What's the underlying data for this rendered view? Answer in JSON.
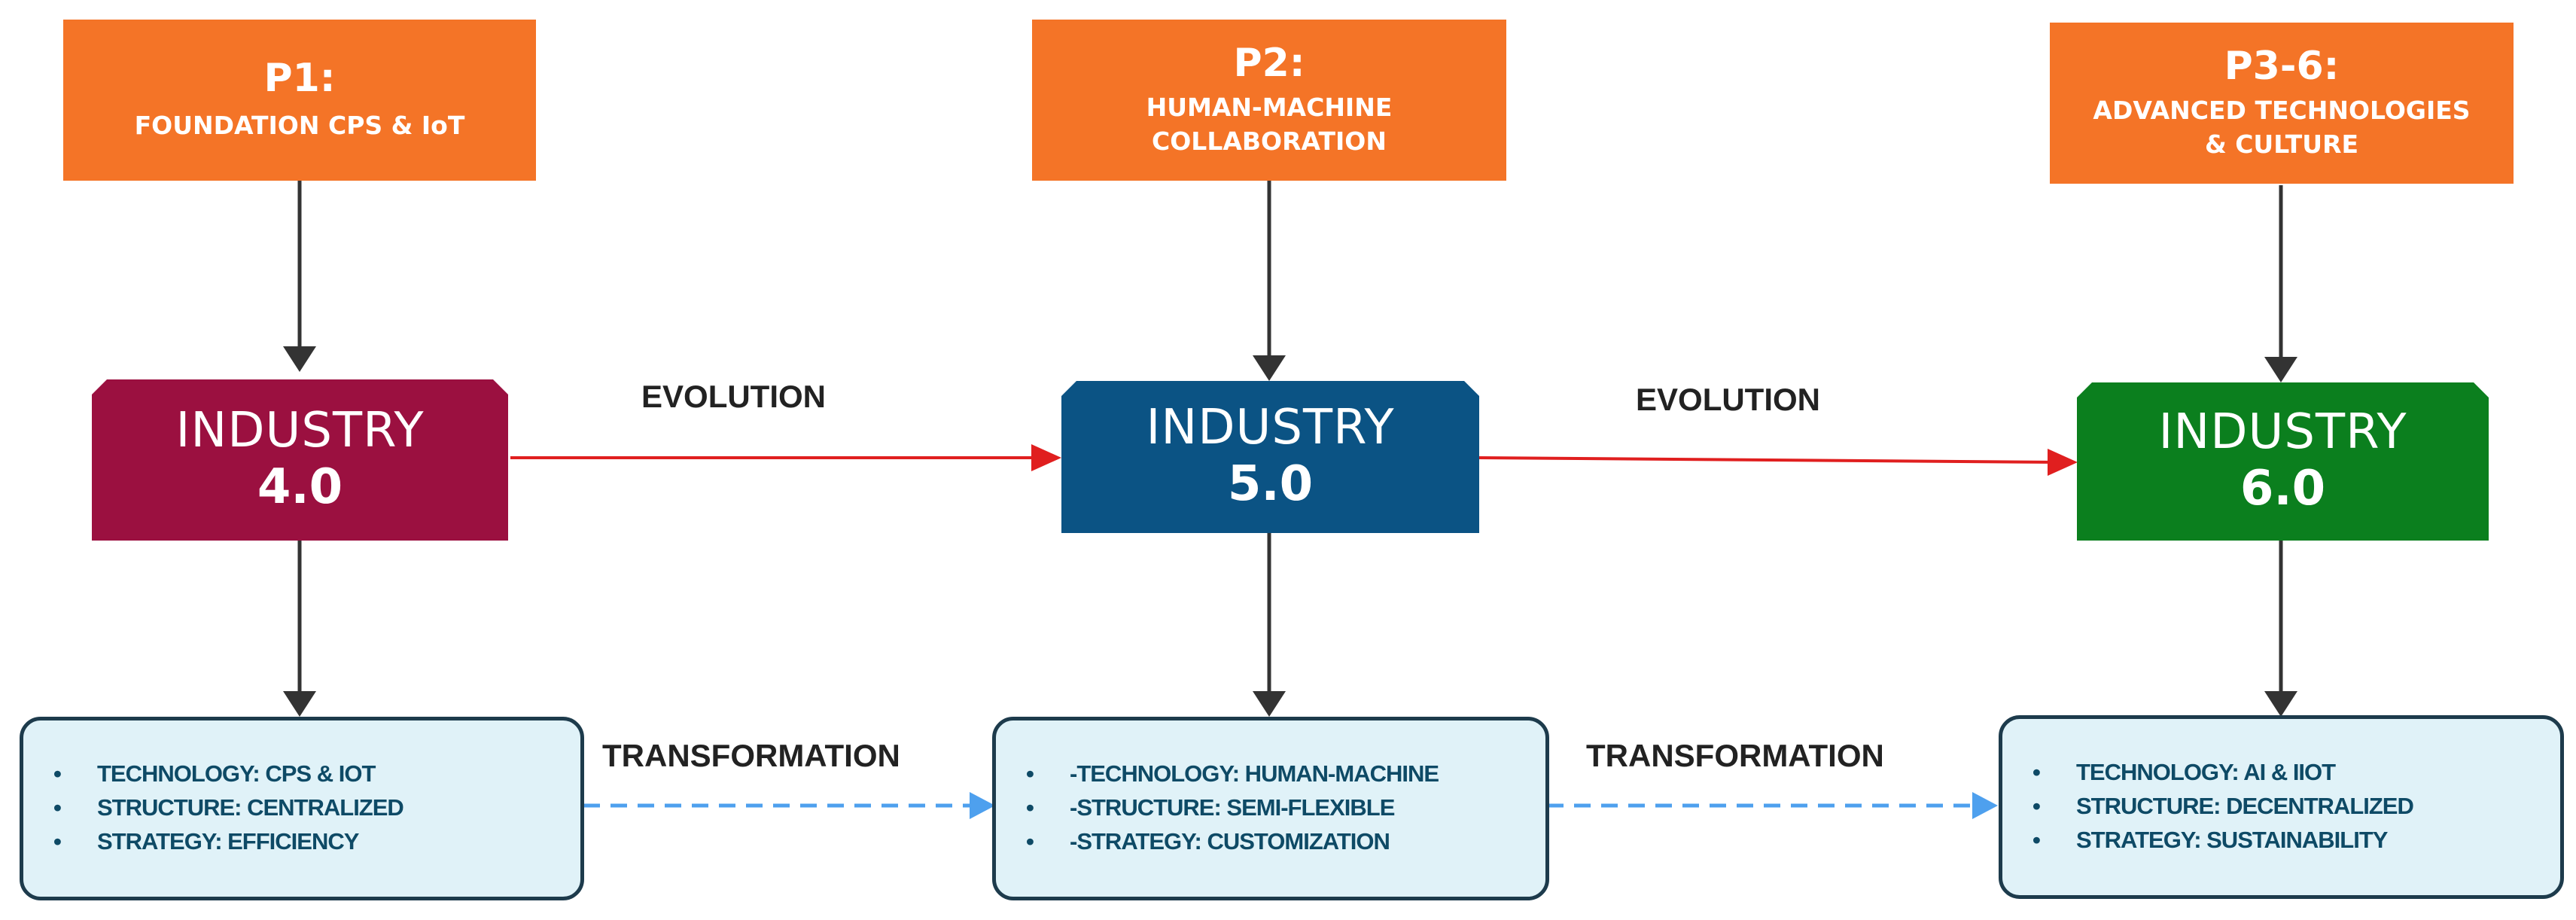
{
  "phases": [
    {
      "code": "P1:",
      "lines": [
        "FOUNDATION CPS & IoT"
      ]
    },
    {
      "code": "P2:",
      "lines": [
        "HUMAN-MACHINE",
        "COLLABORATION"
      ]
    },
    {
      "code": "P3-6:",
      "lines": [
        "ADVANCED TECHNOLOGIES",
        "& CULTURE"
      ]
    }
  ],
  "industries": [
    {
      "word": "INDUSTRY",
      "version": "4.0",
      "color": "#9b1040"
    },
    {
      "word": "INDUSTRY",
      "version": "5.0",
      "color": "#0b5384"
    },
    {
      "word": "INDUSTRY",
      "version": "6.0",
      "color": "#0b7f1e"
    }
  ],
  "transitions": [
    {
      "evolution": "EVOLUTION",
      "transformation": "TRANSFORMATION"
    },
    {
      "evolution": "EVOLUTION",
      "transformation": "TRANSFORMATION"
    }
  ],
  "attributes": [
    {
      "bullet": "•",
      "items": [
        "TECHNOLOGY: CPS & IOT",
        "STRUCTURE: CENTRALIZED",
        "STRATEGY: EFFICIENCY"
      ]
    },
    {
      "bullet": "•",
      "items": [
        "-TECHNOLOGY: HUMAN-MACHINE",
        "-STRUCTURE: SEMI-FLEXIBLE",
        "-STRATEGY: CUSTOMIZATION"
      ]
    },
    {
      "bullet": "•",
      "items": [
        "TECHNOLOGY: AI & IIOT",
        "STRUCTURE: DECENTRALIZED",
        "STRATEGY: SUSTAINABILITY"
      ]
    }
  ],
  "colors": {
    "phase_box": "#f47427",
    "evolution_arrow": "#e01f1f",
    "transformation_arrow": "#4ea0ee",
    "connector": "#333333",
    "attr_fill": "#e0f2f8",
    "attr_border": "#1d3b4c"
  }
}
